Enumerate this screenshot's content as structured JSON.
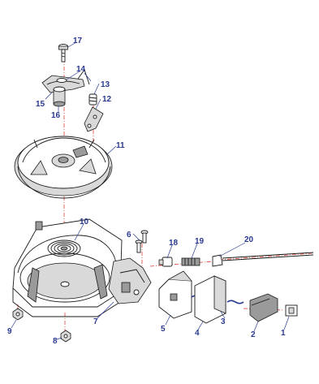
{
  "parts": [
    {
      "id": "p17",
      "number": "17"
    },
    {
      "id": "p14",
      "number": "14"
    },
    {
      "id": "p13",
      "number": "13"
    },
    {
      "id": "p12",
      "number": "12"
    },
    {
      "id": "p15",
      "number": "15"
    },
    {
      "id": "p16",
      "number": "16"
    },
    {
      "id": "p11",
      "number": "11"
    },
    {
      "id": "p10",
      "number": "10"
    },
    {
      "id": "p6",
      "number": "6"
    },
    {
      "id": "p18",
      "number": "18"
    },
    {
      "id": "p19",
      "number": "19"
    },
    {
      "id": "p20",
      "number": "20"
    },
    {
      "id": "p9",
      "number": "9"
    },
    {
      "id": "p8",
      "number": "8"
    },
    {
      "id": "p7",
      "number": "7"
    },
    {
      "id": "p5",
      "number": "5"
    },
    {
      "id": "p4",
      "number": "4"
    },
    {
      "id": "p3",
      "number": "3"
    },
    {
      "id": "p2",
      "number": "2"
    },
    {
      "id": "p1",
      "number": "1"
    }
  ]
}
